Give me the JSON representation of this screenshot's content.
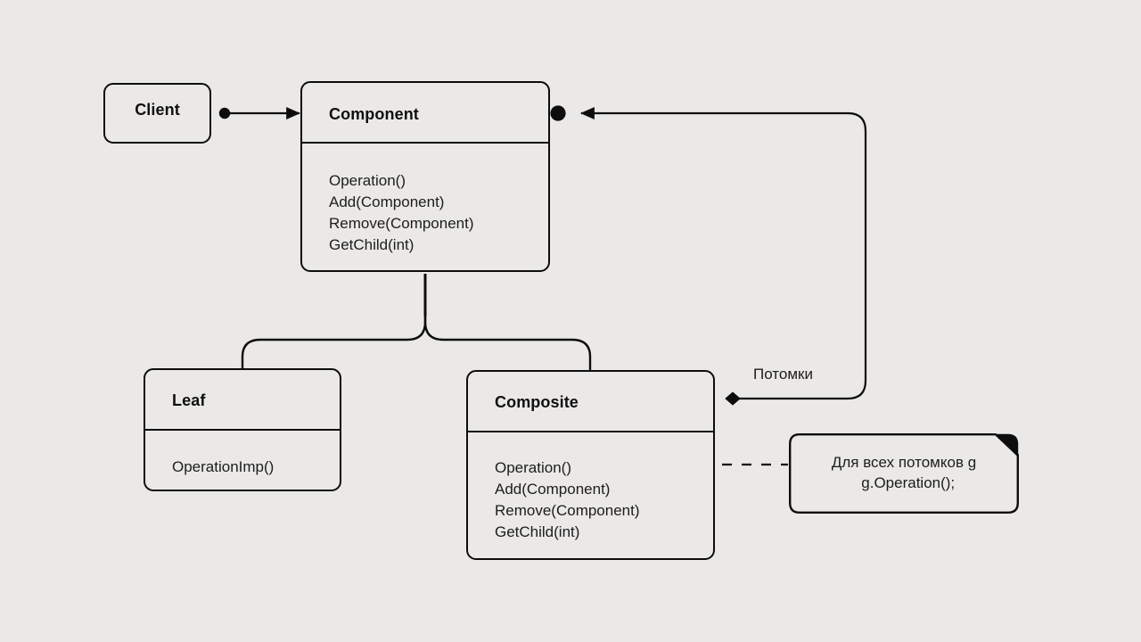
{
  "diagram": {
    "title": "Composite pattern class diagram",
    "background_color": "#eae9e7",
    "stroke_color": "#0d0d0d",
    "text_color": "#1d1d1d"
  },
  "nodes": {
    "client": {
      "name": "Client",
      "members": ""
    },
    "component": {
      "name": "Component",
      "members": "Operation()\nAdd(Component)\nRemove(Component)\nGetChild(int)"
    },
    "leaf": {
      "name": "Leaf",
      "members": "OperationImp()"
    },
    "composite": {
      "name": "Composite",
      "members": "Operation()\nAdd(Component)\nRemove(Component)\nGetChild(int)"
    }
  },
  "note": {
    "text": "Для всех потомков g\n  g.Operation();"
  },
  "edges": {
    "client_to_component": {
      "label": "",
      "source_marker": "filled-circle",
      "target_marker": "arrow"
    },
    "composite_to_component": {
      "label": "Потомки",
      "source_marker": "filled-diamond",
      "target_marker": "arrow-into-filled-circle"
    },
    "component_to_leaf": {
      "label": "",
      "marker": "generalization-tree"
    },
    "component_to_composite": {
      "label": "",
      "marker": "generalization-tree"
    },
    "composite_to_note": {
      "label": "",
      "source_marker": "hollow-circle",
      "style": "dashed"
    }
  }
}
